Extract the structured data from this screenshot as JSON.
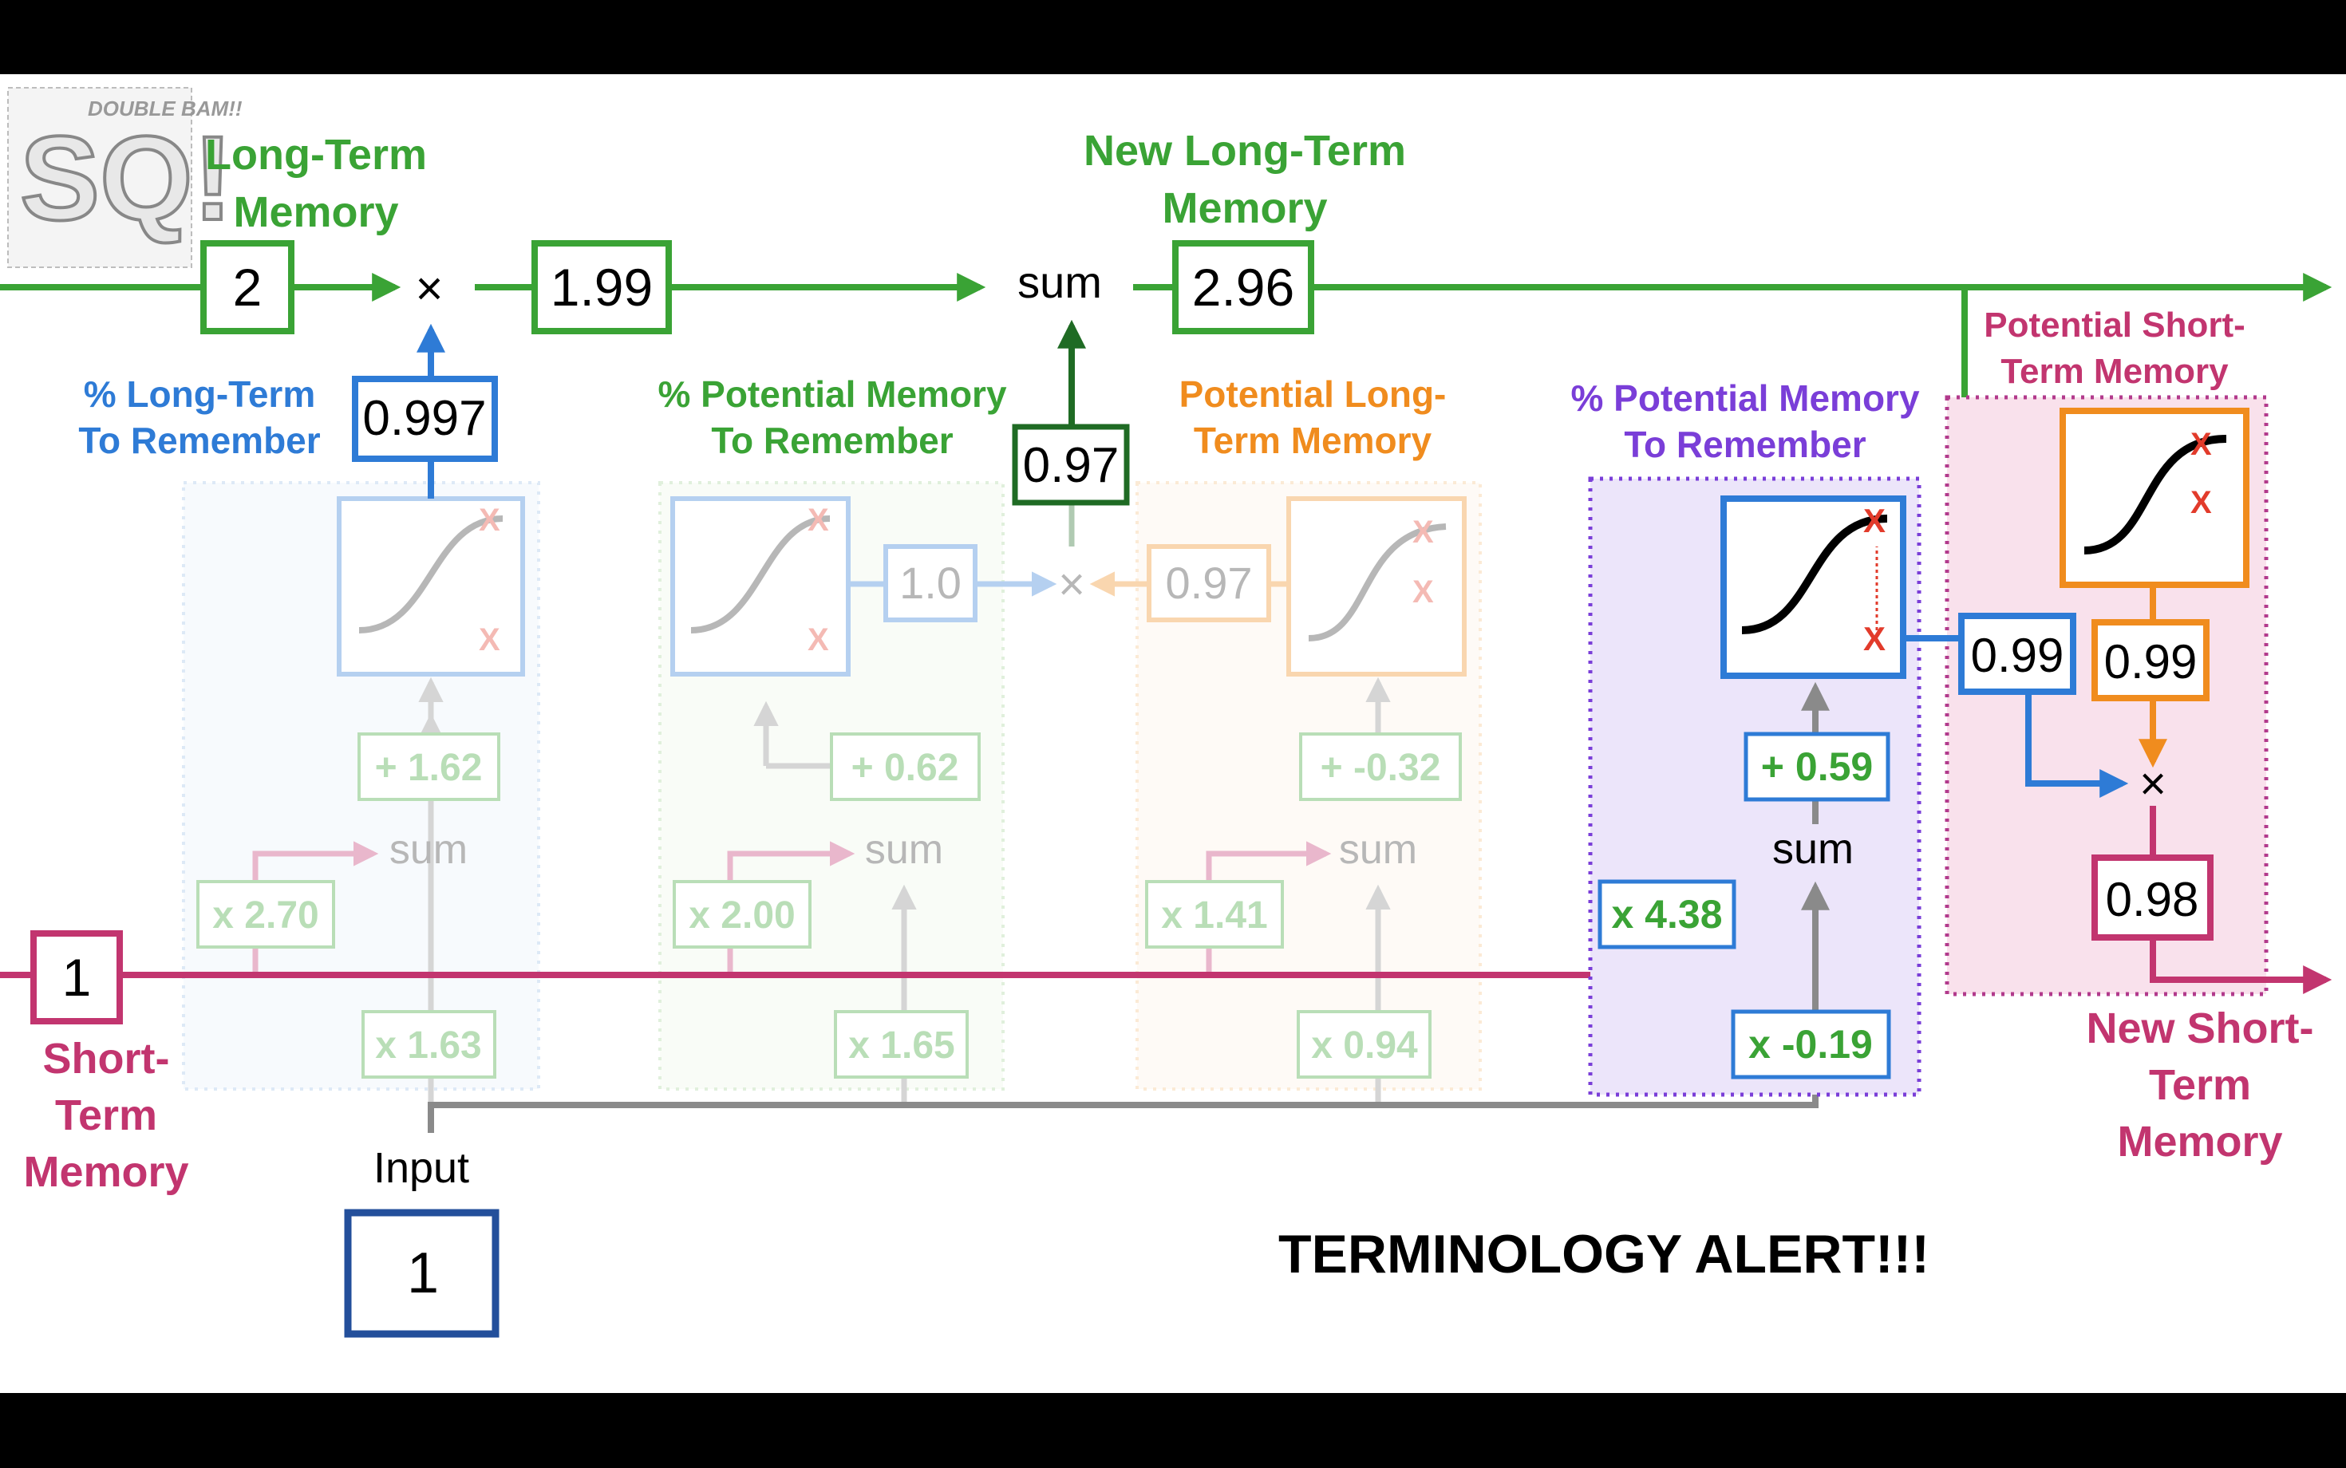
{
  "logo": {
    "text_main": "SQ!",
    "text_small": "DOUBLE BAM!!"
  },
  "labels": {
    "long_term_line1": "Long-Term",
    "long_term_line2": "Memory",
    "new_long_term_line1": "New Long-Term",
    "new_long_term_line2": "Memory",
    "pct_long_term_line1": "% Long-Term",
    "pct_long_term_line2": "To Remember",
    "pct_potential_line1": "% Potential Memory",
    "pct_potential_line2": "To Remember",
    "potential_long_line1": "Potential Long-",
    "potential_long_line2": "Term Memory",
    "pct_potential2_line1": "% Potential Memory",
    "pct_potential2_line2": "To Remember",
    "potential_short_line1": "Potential Short-",
    "potential_short_line2": "Term Memory",
    "short_term_line1": "Short-",
    "short_term_line2": "Term",
    "short_term_line3": "Memory",
    "new_short_line1": "New Short-",
    "new_short_line2": "Term",
    "new_short_line3": "Memory",
    "input": "Input",
    "alert": "TERMINOLOGY ALERT!!!"
  },
  "values": {
    "ltm": "2",
    "ltm_after_forget": "1.99",
    "new_ltm": "2.96",
    "forget_gate": "0.997",
    "input_contrib": "0.97",
    "pct_potential": "1.0",
    "potential_ltm": "0.97",
    "out_pct": "0.99",
    "pot_stm": "0.99",
    "new_stm": "0.98",
    "stm": "1",
    "input": "1"
  },
  "symbols": {
    "multiply": "×",
    "sum": "sum",
    "x_mark": "X"
  },
  "weights": {
    "g1_bias": "+ 1.62",
    "g1_stm_w": "x 2.70",
    "g1_in_w": "x 1.63",
    "g2_bias": "+ 0.62",
    "g2_stm_w": "x 2.00",
    "g2_in_w": "x 1.65",
    "g3_bias": "+ -0.32",
    "g3_stm_w": "x 1.41",
    "g3_in_w": "x 0.94",
    "g4_bias": "+ 0.59",
    "g4_stm_w": "x 4.38",
    "g4_in_w": "x -0.19"
  },
  "colors": {
    "green": "#3aa335",
    "dark_green": "#1f6b24",
    "blue": "#2e7bd6",
    "dark_blue": "#234f9b",
    "orange": "#f08c1e",
    "purple": "#7a3ed8",
    "magenta": "#c2356f",
    "gray": "#8a8a8a"
  },
  "icons": [
    "sigmoid-icon",
    "tanh-icon",
    "arrow-icon",
    "logo-icon"
  ]
}
